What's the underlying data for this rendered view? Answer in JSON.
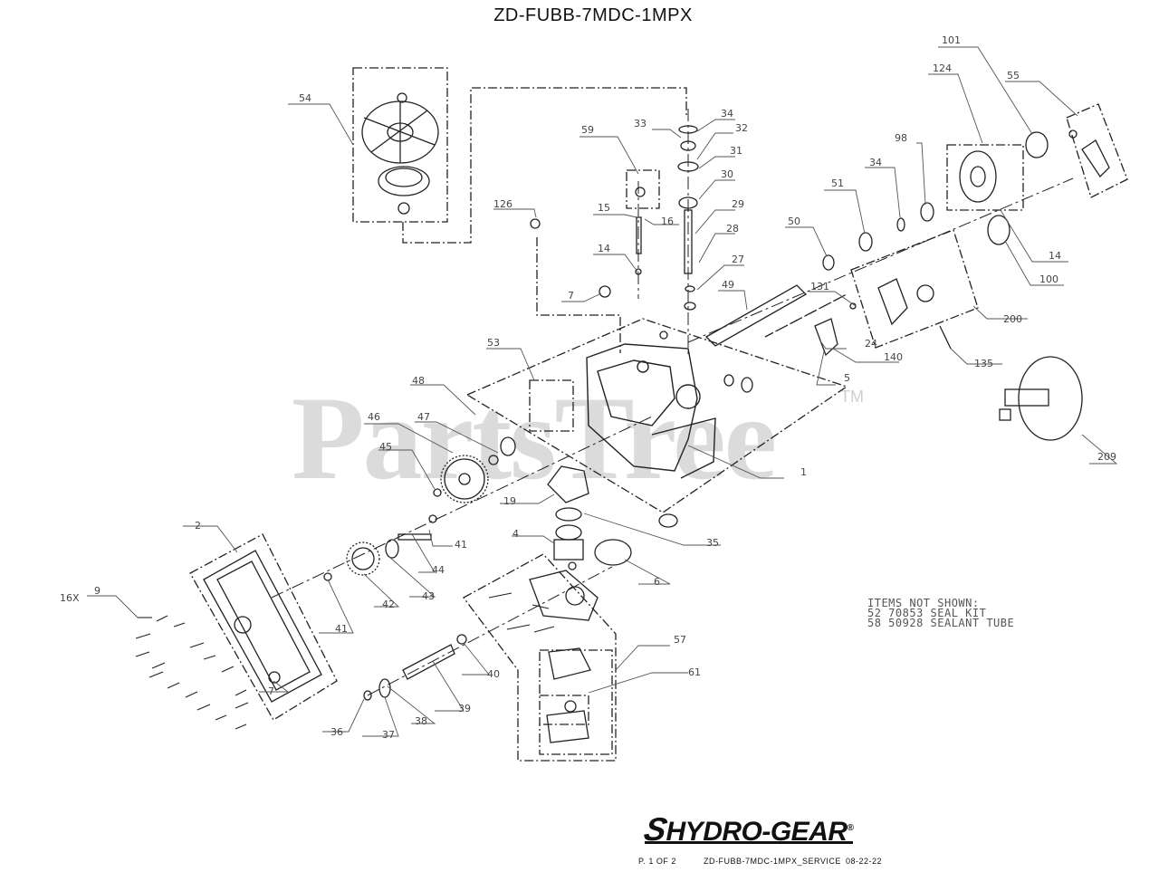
{
  "title": "ZD-FUBB-7MDC-1MPX",
  "watermark": {
    "text": "PartsTree",
    "tm": "TM"
  },
  "notes": {
    "line1": "ITEMS NOT SHOWN:",
    "line2": "52 70853 SEAL KIT",
    "line3": "58 50928 SEALANT TUBE"
  },
  "brand": {
    "logo_text": "HYDRO-GEAR"
  },
  "footer": {
    "page": "P. 1 OF 2",
    "doc": "ZD-FUBB-7MDC-1MPX_SERVICE",
    "date": "08-22-22"
  },
  "callouts": [
    {
      "id": "c54",
      "label": "54"
    },
    {
      "id": "c33",
      "label": "33"
    },
    {
      "id": "c34a",
      "label": "34"
    },
    {
      "id": "c32",
      "label": "32"
    },
    {
      "id": "c31",
      "label": "31"
    },
    {
      "id": "c30",
      "label": "30"
    },
    {
      "id": "c29",
      "label": "29"
    },
    {
      "id": "c28",
      "label": "28"
    },
    {
      "id": "c27",
      "label": "27"
    },
    {
      "id": "c59",
      "label": "59"
    },
    {
      "id": "c126",
      "label": "126"
    },
    {
      "id": "c15",
      "label": "15"
    },
    {
      "id": "c16",
      "label": "16"
    },
    {
      "id": "c14a",
      "label": "14"
    },
    {
      "id": "c7a",
      "label": "7"
    },
    {
      "id": "c101",
      "label": "101"
    },
    {
      "id": "c55",
      "label": "55"
    },
    {
      "id": "c124",
      "label": "124"
    },
    {
      "id": "c98",
      "label": "98"
    },
    {
      "id": "c34b",
      "label": "34"
    },
    {
      "id": "c51",
      "label": "51"
    },
    {
      "id": "c50",
      "label": "50"
    },
    {
      "id": "c49",
      "label": "49"
    },
    {
      "id": "c14b",
      "label": "14"
    },
    {
      "id": "c100",
      "label": "100"
    },
    {
      "id": "c131",
      "label": "131"
    },
    {
      "id": "c200",
      "label": "200"
    },
    {
      "id": "c24",
      "label": "24"
    },
    {
      "id": "c140",
      "label": "140"
    },
    {
      "id": "c135",
      "label": "135"
    },
    {
      "id": "c5",
      "label": "5"
    },
    {
      "id": "c53",
      "label": "53"
    },
    {
      "id": "c48",
      "label": "48"
    },
    {
      "id": "c46",
      "label": "46"
    },
    {
      "id": "c47",
      "label": "47"
    },
    {
      "id": "c45",
      "label": "45"
    },
    {
      "id": "c1",
      "label": "1"
    },
    {
      "id": "c209",
      "label": "209"
    },
    {
      "id": "c19",
      "label": "19"
    },
    {
      "id": "c35",
      "label": "35"
    },
    {
      "id": "c4",
      "label": "4"
    },
    {
      "id": "c6",
      "label": "6"
    },
    {
      "id": "c2",
      "label": "2"
    },
    {
      "id": "c41a",
      "label": "41"
    },
    {
      "id": "c44",
      "label": "44"
    },
    {
      "id": "c43",
      "label": "43"
    },
    {
      "id": "c42",
      "label": "42"
    },
    {
      "id": "c41b",
      "label": "41"
    },
    {
      "id": "c16x",
      "label": "16X"
    },
    {
      "id": "c9",
      "label": "9"
    },
    {
      "id": "c57",
      "label": "57"
    },
    {
      "id": "c61",
      "label": "61"
    },
    {
      "id": "c40",
      "label": "40"
    },
    {
      "id": "c39",
      "label": "39"
    },
    {
      "id": "c38",
      "label": "38"
    },
    {
      "id": "c37",
      "label": "37"
    },
    {
      "id": "c36",
      "label": "36"
    },
    {
      "id": "c7b",
      "label": "7"
    }
  ]
}
